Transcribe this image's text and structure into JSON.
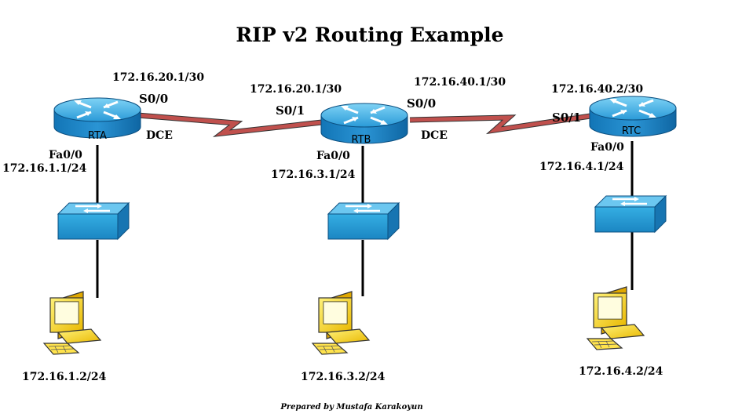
{
  "title": "RIP v2  Routing  Example",
  "credit": "Prepared by Mustafa Karakoyun",
  "routers": {
    "rta": {
      "name": "RTA",
      "s0": "S0/0",
      "s0_ip": "172.16.20.1/30",
      "dce": "DCE",
      "fa": "Fa0/0",
      "fa_ip": "172.16.1.1/24"
    },
    "rtb": {
      "name": "RTB",
      "s1": "S0/1",
      "s1_ip": "172.16.20.1/30",
      "s0": "S0/0",
      "s0_ip": "172.16.40.1/30",
      "dce": "DCE",
      "fa": "Fa0/0",
      "fa_ip": "172.16.3.1/24"
    },
    "rtc": {
      "name": "RTC",
      "s1": "S0/1",
      "s1_ip": "172.16.40.2/30",
      "fa": "Fa0/0",
      "fa_ip": "172.16.4.1/24"
    }
  },
  "hosts": {
    "pc1": "172.16.1.2/24",
    "pc2": "172.16.3.2/24",
    "pc3": "172.16.4.2/24"
  },
  "colors": {
    "router_top": "#33aadd",
    "router_body": "#1a7fc0",
    "switch": "#2b9fd6",
    "serial_link": "#c0504d",
    "pc": "#ffd700"
  }
}
